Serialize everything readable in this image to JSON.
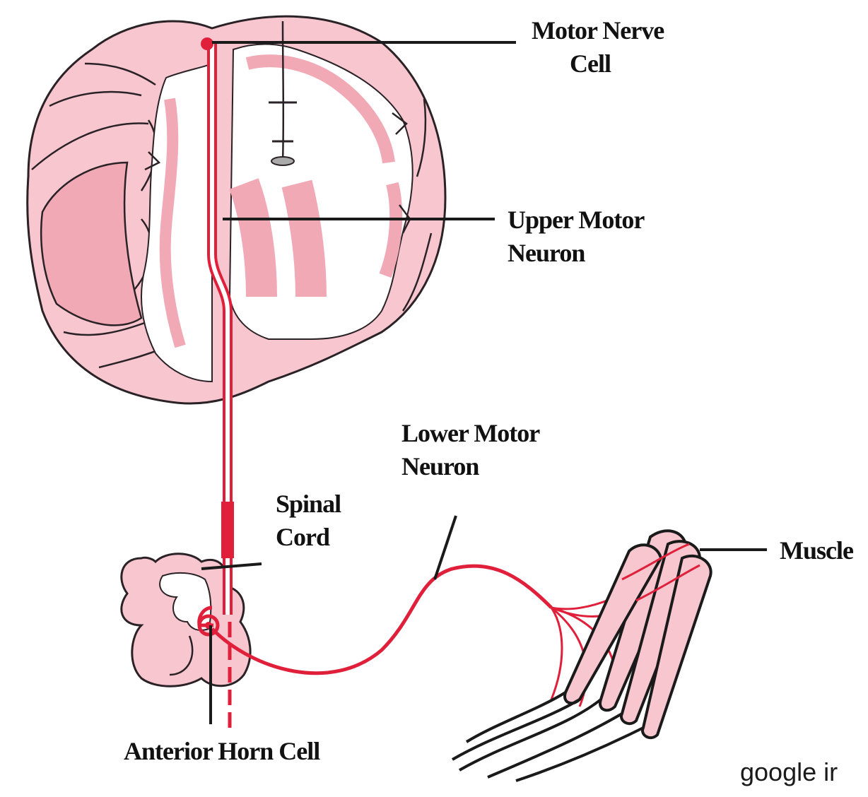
{
  "labels": {
    "motor_nerve_cell": [
      "Motor Nerve",
      "Cell"
    ],
    "upper_motor_neuron": [
      "Upper Motor",
      "Neuron"
    ],
    "lower_motor_neuron": [
      "Lower Motor",
      "Neuron"
    ],
    "spinal_cord": [
      "Spinal",
      "Cord"
    ],
    "muscle": "Muscle",
    "anterior_horn_cell": "Anterior Horn Cell"
  },
  "watermark": "google ir",
  "colors": {
    "brain_fill": "#f7c6cf",
    "brain_dark": "#f2a9b6",
    "outline": "#2a2226",
    "nerve": "#e0203a",
    "leader": "#1a1a1a"
  }
}
